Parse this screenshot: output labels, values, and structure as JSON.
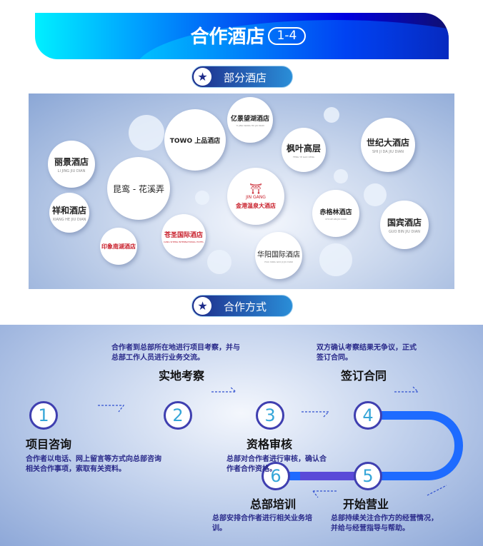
{
  "header": {
    "title": "合作酒店",
    "badge": "1-4"
  },
  "section_hotels": {
    "label": "部分酒店",
    "icon": "star-icon"
  },
  "hotels": [
    {
      "name": "丽景酒店",
      "pinyin": "LI JING JIU DIAN"
    },
    {
      "name": "祥和酒店",
      "pinyin": "XIANG HE JIU DIAN"
    },
    {
      "name": "印象南湖酒店",
      "pinyin": ""
    },
    {
      "name": "昆鸾 - 花溪弄",
      "pinyin": ""
    },
    {
      "name": "TOWO 上品酒店",
      "pinyin": ""
    },
    {
      "name": "亿景望湖酒店",
      "pinyin": "YI JING WANG HU JIU DIAN"
    },
    {
      "name": "苍圣国际酒店",
      "pinyin": "CANG SHENG INTERNATIONAL HOTEL"
    },
    {
      "name": "金港温泉大酒店",
      "pinyin": "JIN GANG"
    },
    {
      "name": "华阳国际酒店",
      "pinyin": "HUA YANG GUO JI JIU DIAN"
    },
    {
      "name": "枫叶高层",
      "pinyin": "FENG YE GAO CENG"
    },
    {
      "name": "赤格林酒店",
      "pinyin": "CHI GE LIN JIU DIAN"
    },
    {
      "name": "世纪大酒店",
      "pinyin": "SHI JI DA JIU DIAN"
    },
    {
      "name": "国宾酒店",
      "pinyin": "GUO BIN JIU DIAN"
    }
  ],
  "section_process": {
    "label": "合作方式",
    "icon": "star-icon"
  },
  "steps": [
    {
      "num": "1",
      "title": "项目咨询",
      "desc": "合作者以电话、网上留言等方式向总部咨询相关合作事项，索取有关资料。"
    },
    {
      "num": "2",
      "title": "实地考察",
      "desc": "合作者到总部所在地进行项目考察，并与总部工作人员进行业务交流。"
    },
    {
      "num": "3",
      "title": "资格审核",
      "desc": "总部对合作者进行审核，确认合作者合作资格。"
    },
    {
      "num": "4",
      "title": "签订合同",
      "desc": "双方确认考察结果无争议，正式签订合同。"
    },
    {
      "num": "5",
      "title": "开始营业",
      "desc": "总部持续关注合作方的经营情况，并给与经营指导与帮助。"
    },
    {
      "num": "6",
      "title": "总部培训",
      "desc": "总部安排合作者进行相关业务培训。"
    }
  ],
  "colors": {
    "track_start": "#e0288a",
    "track_mid": "#7040d0",
    "track_end": "#1e6bff",
    "text_blue": "#2a2a8a"
  }
}
